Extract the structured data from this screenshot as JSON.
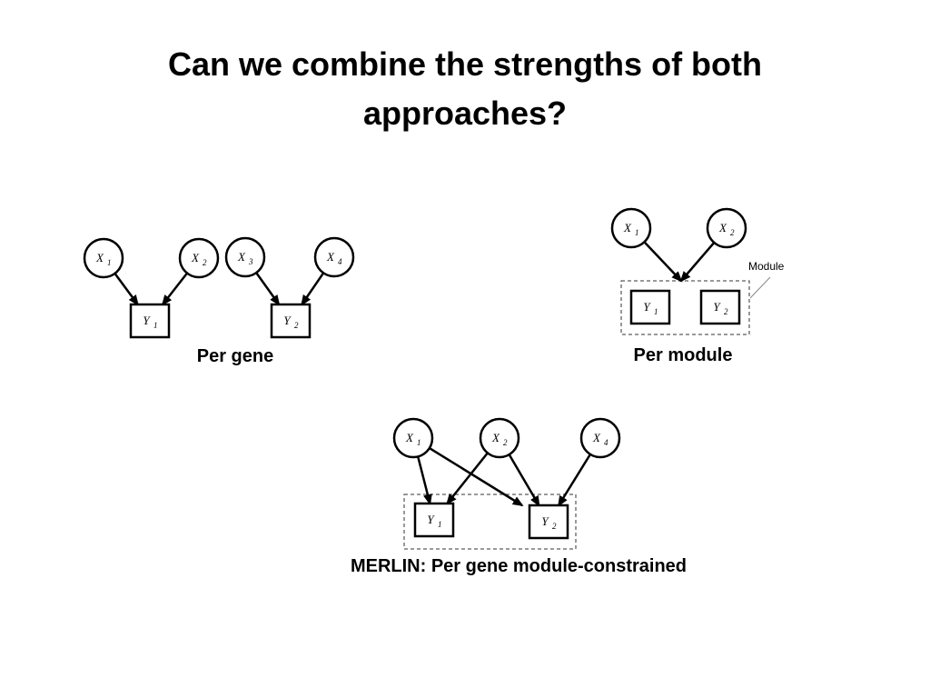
{
  "slide": {
    "title": "Can we combine the strengths of both approaches?"
  },
  "colors": {
    "ink": "#000000",
    "background": "#ffffff",
    "module_box": "#333333",
    "callout_line": "#888888"
  },
  "panels": {
    "per_gene": {
      "caption": "Per gene",
      "regulators": [
        {
          "id": "p1x1",
          "base": "X",
          "sub": "1"
        },
        {
          "id": "p1x2",
          "base": "X",
          "sub": "2"
        },
        {
          "id": "p1x3",
          "base": "X",
          "sub": "3"
        },
        {
          "id": "p1x4",
          "base": "X",
          "sub": "4"
        }
      ],
      "targets": [
        {
          "id": "p1y1",
          "base": "Y",
          "sub": "1"
        },
        {
          "id": "p1y2",
          "base": "Y",
          "sub": "2"
        }
      ],
      "edges": [
        {
          "from": "p1x1",
          "to": "p1y1"
        },
        {
          "from": "p1x2",
          "to": "p1y1"
        },
        {
          "from": "p1x3",
          "to": "p1y2"
        },
        {
          "from": "p1x4",
          "to": "p1y2"
        }
      ]
    },
    "per_module": {
      "caption": "Per module",
      "module_label": "Module",
      "regulators": [
        {
          "id": "p2x1",
          "base": "X",
          "sub": "1"
        },
        {
          "id": "p2x2",
          "base": "X",
          "sub": "2"
        }
      ],
      "targets": [
        {
          "id": "p2y1",
          "base": "Y",
          "sub": "1"
        },
        {
          "id": "p2y2",
          "base": "Y",
          "sub": "2"
        }
      ],
      "edges": [
        {
          "from": "p2x1",
          "to": "module"
        },
        {
          "from": "p2x2",
          "to": "module"
        }
      ]
    },
    "merlin": {
      "caption": "MERLIN: Per gene module-constrained",
      "regulators": [
        {
          "id": "p3x1",
          "base": "X",
          "sub": "1"
        },
        {
          "id": "p3x2",
          "base": "X",
          "sub": "2"
        },
        {
          "id": "p3x4",
          "base": "X",
          "sub": "4"
        }
      ],
      "targets": [
        {
          "id": "p3y1",
          "base": "Y",
          "sub": "1"
        },
        {
          "id": "p3y2",
          "base": "Y",
          "sub": "2"
        }
      ],
      "edges": [
        {
          "from": "p3x1",
          "to": "p3y1"
        },
        {
          "from": "p3x1",
          "to": "p3y2"
        },
        {
          "from": "p3x2",
          "to": "p3y1"
        },
        {
          "from": "p3x2",
          "to": "p3y2"
        },
        {
          "from": "p3x4",
          "to": "p3y2"
        }
      ]
    }
  }
}
